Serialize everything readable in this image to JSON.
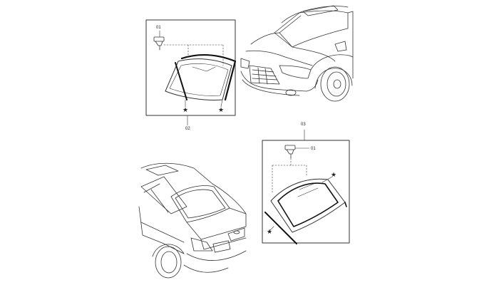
{
  "callouts": {
    "clip_part": "01",
    "front_windshield": "02",
    "rear_window": "03",
    "clip_part_rear": "01"
  },
  "marker_glyph": "★",
  "colors": {
    "line": "#222222",
    "box": "#333333",
    "background": "#ffffff"
  }
}
